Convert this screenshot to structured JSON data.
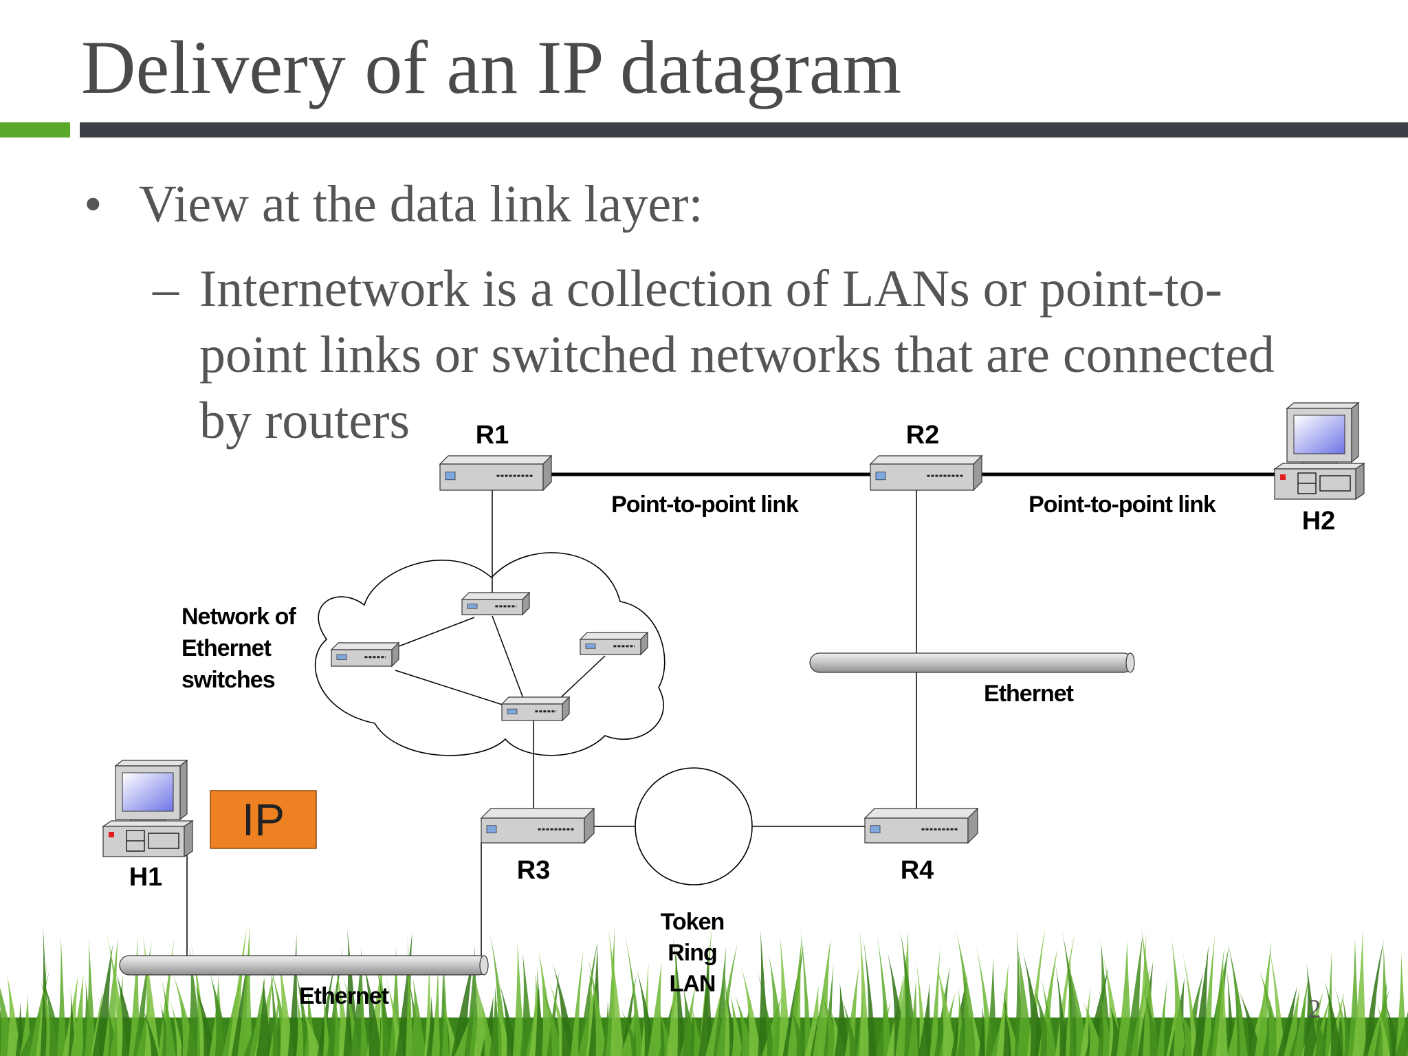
{
  "slide": {
    "title": "Delivery of an IP datagram",
    "bullet_marker": "•",
    "bullet": "View at the data link layer:",
    "sub_marker": "–",
    "sub_lines": [
      "Internetwork is a collection of LANs or point-to-",
      "point links or switched networks that are connected",
      "by routers"
    ],
    "page_number": "2"
  },
  "diagram": {
    "routers": {
      "r1": "R1",
      "r2": "R2",
      "r3": "R3",
      "r4": "R4"
    },
    "hosts": {
      "h1": "H1",
      "h2": "H2"
    },
    "links": {
      "p2p_left": "Point-to-point link",
      "p2p_right": "Point-to-point link",
      "ethernet_right": "Ethernet",
      "ethernet_bottom": "Ethernet"
    },
    "cloud_label": [
      "Network of",
      "Ethernet",
      "switches"
    ],
    "token_ring_label": [
      "Token",
      "Ring",
      "LAN"
    ],
    "ip_box": "IP"
  },
  "colors": {
    "title_text": "#4a4a4a",
    "accent_green": "#5aa829",
    "header_bar": "#3a4046",
    "ip_box_fill": "#ee8121",
    "grass": "#4e9a22"
  }
}
